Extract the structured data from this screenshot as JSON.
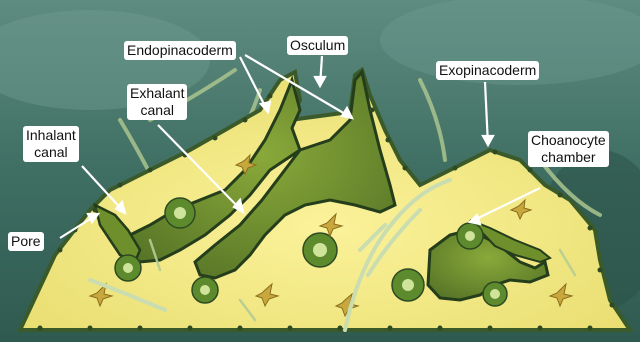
{
  "labels": {
    "endopinacoderm": "Endopinacoderm",
    "osculum": "Osculum",
    "exopinacoderm": "Exopinacoderm",
    "exhalant_canal_1": "Exhalant",
    "exhalant_canal_2": "canal",
    "inhalant_canal_1": "Inhalant",
    "inhalant_canal_2": "canal",
    "choanocyte_chamber_1": "Choanocyte",
    "choanocyte_chamber_2": "chamber",
    "pore": "Pore"
  },
  "colors": {
    "water": "#3f6e63",
    "mesohyl": "#f3ea86",
    "canal": "#6f8f2c",
    "pinacoderm": "#2d4a22",
    "spicule": "#c9ddb0",
    "arrow": "#ffffff"
  }
}
